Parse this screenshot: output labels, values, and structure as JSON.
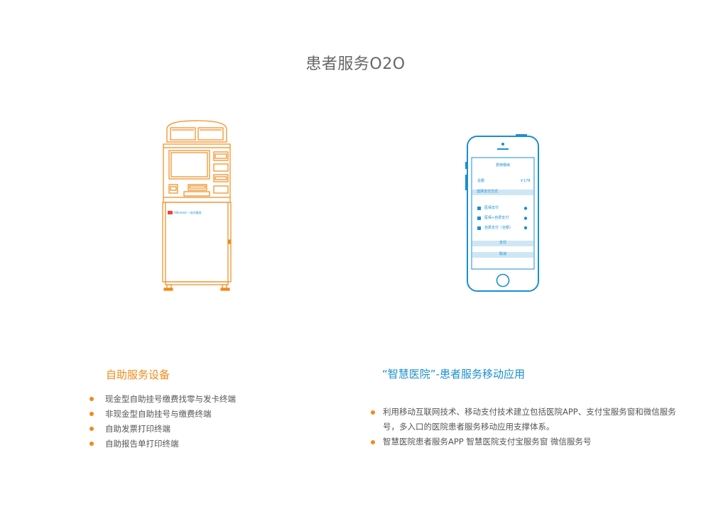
{
  "page": {
    "title": "患者服务O2O"
  },
  "kiosk": {
    "brand_text": "Allinmed 一站式服务"
  },
  "phone": {
    "screen_title": "费用缴纳",
    "total_label": "总额",
    "total_value": "￥178",
    "pay_method_label": "选择支付方式",
    "options": [
      "医保支付",
      "医保+自费支付",
      "自费支付（全额）"
    ],
    "pay_button": "支付",
    "cancel_button": "取消"
  },
  "left_section": {
    "title": "自助服务设备",
    "items": [
      "现金型自助挂号缴费找零与发卡终端",
      "非现金型自助挂号与缴费终端",
      "自助发票打印终端",
      "自助报告单打印终端"
    ]
  },
  "right_section": {
    "title": "“智慧医院”-患者服务移动应用",
    "items": [
      "利用移动互联网技术、移动支付技术建立包括医院APP、支付宝服务窗和微信服务号，多入口的医院患者服务移动应用支撑体系。",
      "智慧医院患者服务APP 智慧医院支付宝服务窗 微信服务号"
    ]
  },
  "colors": {
    "orange": "#f08a1c",
    "blue": "#1a8fd0",
    "title_gray": "#666666",
    "text_gray": "#555555"
  }
}
